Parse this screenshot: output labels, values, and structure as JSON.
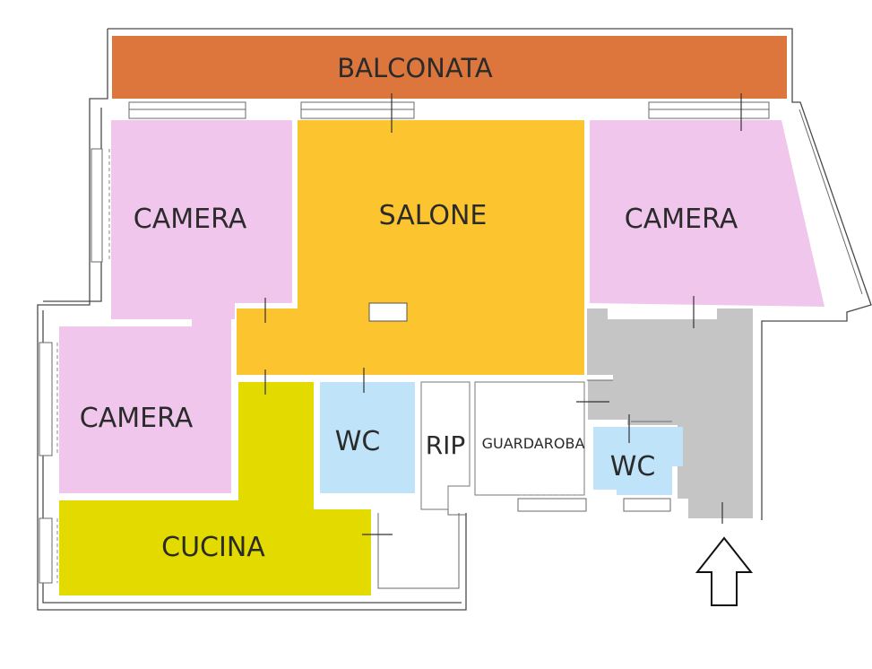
{
  "rooms": {
    "balconata": {
      "label": "BALCONATA",
      "color": "#DC763D"
    },
    "salone": {
      "label": "SALONE",
      "color": "#FCC42E"
    },
    "camera_left": {
      "label": "CAMERA",
      "color": "#F0C6EC"
    },
    "camera_right": {
      "label": "CAMERA",
      "color": "#F0C6EC"
    },
    "camera_lower": {
      "label": "CAMERA",
      "color": "#F0C6EC"
    },
    "cucina": {
      "label": "CUCINA",
      "color": "#E3DA00"
    },
    "wc_left": {
      "label": "WC",
      "color": "#BFE3F8"
    },
    "wc_right": {
      "label": "WC",
      "color": "#BFE3F8"
    },
    "rip": {
      "label": "RIP",
      "color": "#FFFFFF"
    },
    "guardaroba": {
      "label": "GUARDAROBA",
      "color": "#FFFFFF"
    },
    "disimpegno": {
      "label": "",
      "color": "#C6C5C6"
    }
  },
  "entrance_arrow_icon": "arrow-up-icon"
}
